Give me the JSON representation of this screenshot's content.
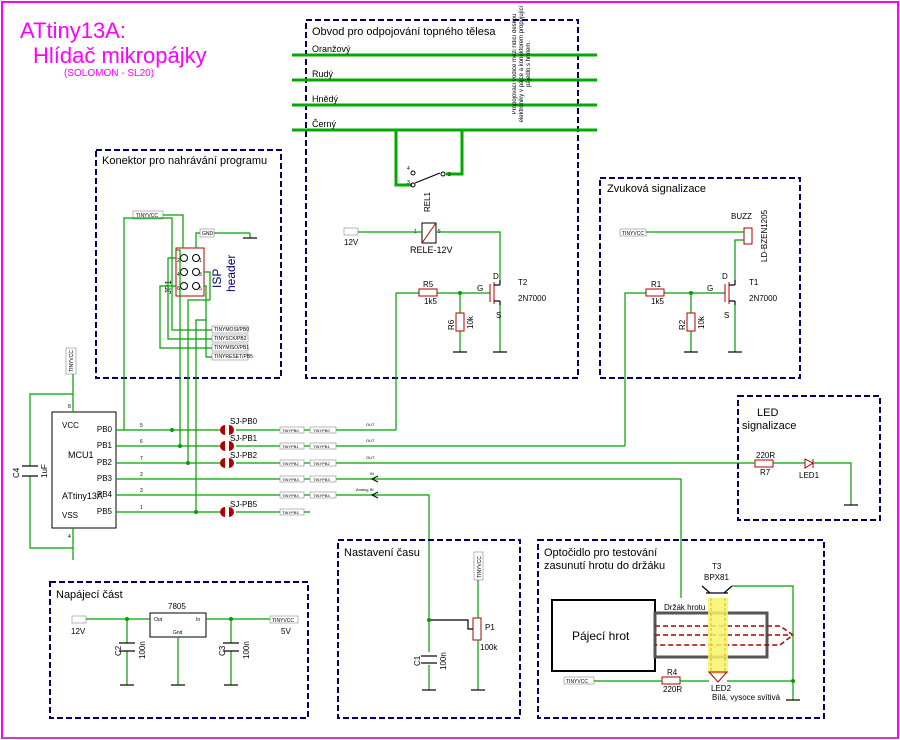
{
  "title": {
    "line1": "ATtiny13A:",
    "line2": "Hlídač mikropájky",
    "line3": "(SOLOMON - SL20)"
  },
  "blocks": {
    "isp": {
      "title": "Konektor pro nahrávání programu",
      "header": "ISP",
      "header2": "header",
      "ref": "JP1",
      "pins": [
        "2",
        "4",
        "6",
        "1",
        "3",
        "5"
      ],
      "labels": [
        "TINYMOSI/PB0",
        "TINYSCK/PB2",
        "TINYMISO/PB1",
        "TINYRESET/PB5"
      ],
      "vcc": "TINYVCC",
      "gnd": "GND"
    },
    "relay": {
      "title": "Obvod pro odpojování topného tělesa",
      "wires": [
        "Oranžový",
        "Rudý",
        "Hnědý",
        "Černý"
      ],
      "note": "Propojovací vodiče mezi řídicí deskou elektroniky v pájce a konektorem propojující pájedlo s hrotem.",
      "ref": "REL1",
      "type": "RELE-12V",
      "supply": "12V",
      "pins": [
        "4",
        "3",
        "2",
        "1",
        "5"
      ],
      "r5": "R5",
      "r5v": "1k5",
      "r6": "R6",
      "r6v": "10k",
      "t2": "T2",
      "t2t": "2N7000",
      "d": "D",
      "g": "G",
      "s": "S"
    },
    "buzz": {
      "title": "Zvuková signalizace",
      "ref": "BUZZ",
      "type": "LD-BZEN1205",
      "vcc": "TINYVCC",
      "r1": "R1",
      "r1v": "1k5",
      "r2": "R2",
      "r2v": "10k",
      "t1": "T1",
      "t1t": "2N7000",
      "d": "D",
      "g": "G",
      "s": "S"
    },
    "led": {
      "title1": "LED",
      "title2": "signalizace",
      "r": "220R",
      "ref": "R7",
      "led": "LED1"
    },
    "mcu": {
      "ref": "MCU1",
      "type": "ATtiny13A",
      "vcc": "VCC",
      "vss": "VSS",
      "vccpin": "8",
      "vsspin": "4",
      "ports": [
        "PB0",
        "PB1",
        "PB2",
        "PB3",
        "PB4",
        "PB5"
      ],
      "pins": [
        "5",
        "6",
        "7",
        "2",
        "3",
        "1"
      ],
      "c4": "C4",
      "c4v": "1uF",
      "vccflag": "TINYVCC"
    },
    "jumpers": [
      "SJ-PB0",
      "SJ-PB1",
      "SJ-PB2",
      "SJ-PB5"
    ],
    "nets": [
      "TINYPB0",
      "TINYPB1",
      "TINYPB2",
      "TINYPB3",
      "TINYPB4",
      "TINYPB5"
    ],
    "dirs": [
      "OUT",
      "OUT",
      "OUT",
      "IN",
      "Analog IN"
    ],
    "power": {
      "title": "Napájecí část",
      "reg": "7805",
      "in": "12V",
      "out": "5V",
      "c2": "C2",
      "c2v": "100n",
      "c3": "C3",
      "c3v": "100n",
      "pin_out": "Out",
      "pin_gnd": "Gnd",
      "pin_in": "In",
      "vcc": "TINYVCC"
    },
    "time": {
      "title": "Nastavení času",
      "ref": "P1",
      "val": "100k",
      "c1": "C1",
      "c1v": "100n",
      "vcc": "TINYVCC"
    },
    "opto": {
      "title1": "Optočidlo pro testování",
      "title2": "zasunutí hrotu do držáku",
      "t3": "T3",
      "t3t": "BPX81",
      "holder": "Držák hrotu",
      "tip": "Pájecí  hrot",
      "r4": "R4",
      "r4v": "220R",
      "led": "LED2",
      "ledt": "Bílá, vysoce svítivá",
      "vcc": "TINYVCC"
    }
  }
}
